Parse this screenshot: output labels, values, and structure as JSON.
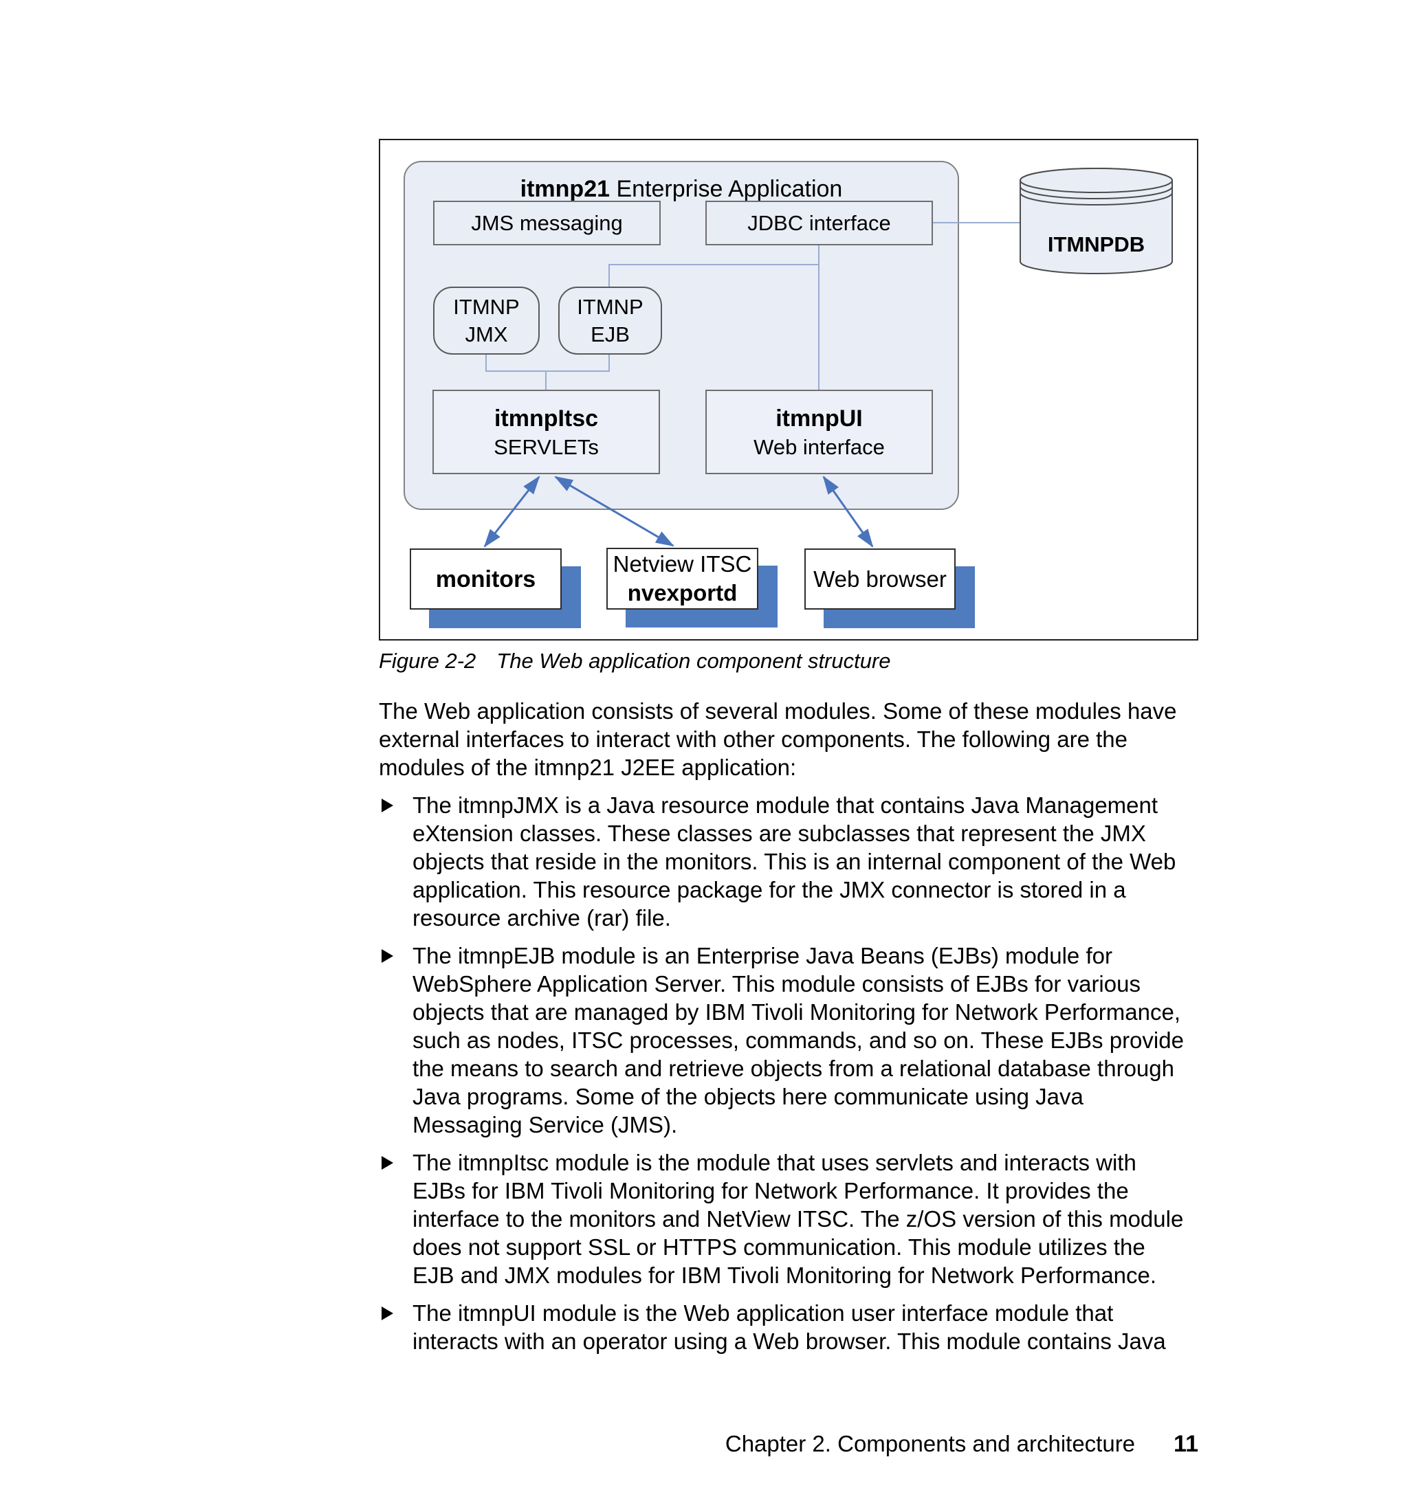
{
  "figure": {
    "title_bold": "itmnp21",
    "title_rest": " Enterprise Application",
    "jms_label": "JMS messaging",
    "jdbc_label": "JDBC interface",
    "jmx_line1": "ITMNP",
    "jmx_line2": "JMX",
    "ejb_line1": "ITMNP",
    "ejb_line2": "EJB",
    "itsc_title": "itmnpItsc",
    "itsc_subtitle": "SERVLETs",
    "ui_title": "itmnpUI",
    "ui_subtitle": "Web interface",
    "db_label": "ITMNPDB",
    "monitors_label": "monitors",
    "netview_line1": "Netview ITSC",
    "netview_line2": "nvexportd",
    "webbrowser_label": "Web browser",
    "colors": {
      "panel_fill": "#e9edf6",
      "connector_line": "#9aacd0",
      "arrow_blue": "#4a74bc",
      "box_shadow_blue": "#4f7bbf"
    }
  },
  "caption": {
    "label": "Figure 2-2",
    "text": "The Web application component structure"
  },
  "body": {
    "intro_lines": [
      "The Web application consists of several modules. Some of these modules have",
      "external interfaces to interact with other components. The following are the",
      "modules of the itmnp21 J2EE application:"
    ],
    "bullets": [
      {
        "lines": [
          "The itmnpJMX is a Java resource module that contains Java Management",
          "eXtension classes. These classes are subclasses that represent the JMX",
          "objects that reside in the monitors. This is an internal component of the Web",
          "application. This resource package for the JMX connector is stored in a",
          "resource archive (rar) file."
        ]
      },
      {
        "lines": [
          "The itmnpEJB module is an Enterprise Java Beans (EJBs) module for",
          "WebSphere Application Server. This module consists of EJBs for various",
          "objects that are managed by IBM Tivoli Monitoring for Network Performance,",
          "such as nodes, ITSC processes, commands, and so on. These EJBs provide",
          "the means to search and retrieve objects from a relational database through",
          "Java programs. Some of the objects here communicate using Java",
          "Messaging Service (JMS)."
        ]
      },
      {
        "lines": [
          "The itmnpItsc module is the module that uses servlets and interacts with",
          "EJBs for IBM Tivoli Monitoring for Network Performance. It provides the",
          "interface to the monitors and NetView ITSC. The z/OS version of this module",
          "does not support SSL or HTTPS communication. This module utilizes the",
          "EJB and JMX modules for IBM Tivoli Monitoring for Network Performance."
        ]
      },
      {
        "lines": [
          "The itmnpUI module is the Web application user interface module that",
          "interacts with an operator using a Web browser. This module contains Java"
        ]
      }
    ]
  },
  "footer": {
    "chapter": "Chapter 2. Components and architecture",
    "page_number": "11"
  }
}
